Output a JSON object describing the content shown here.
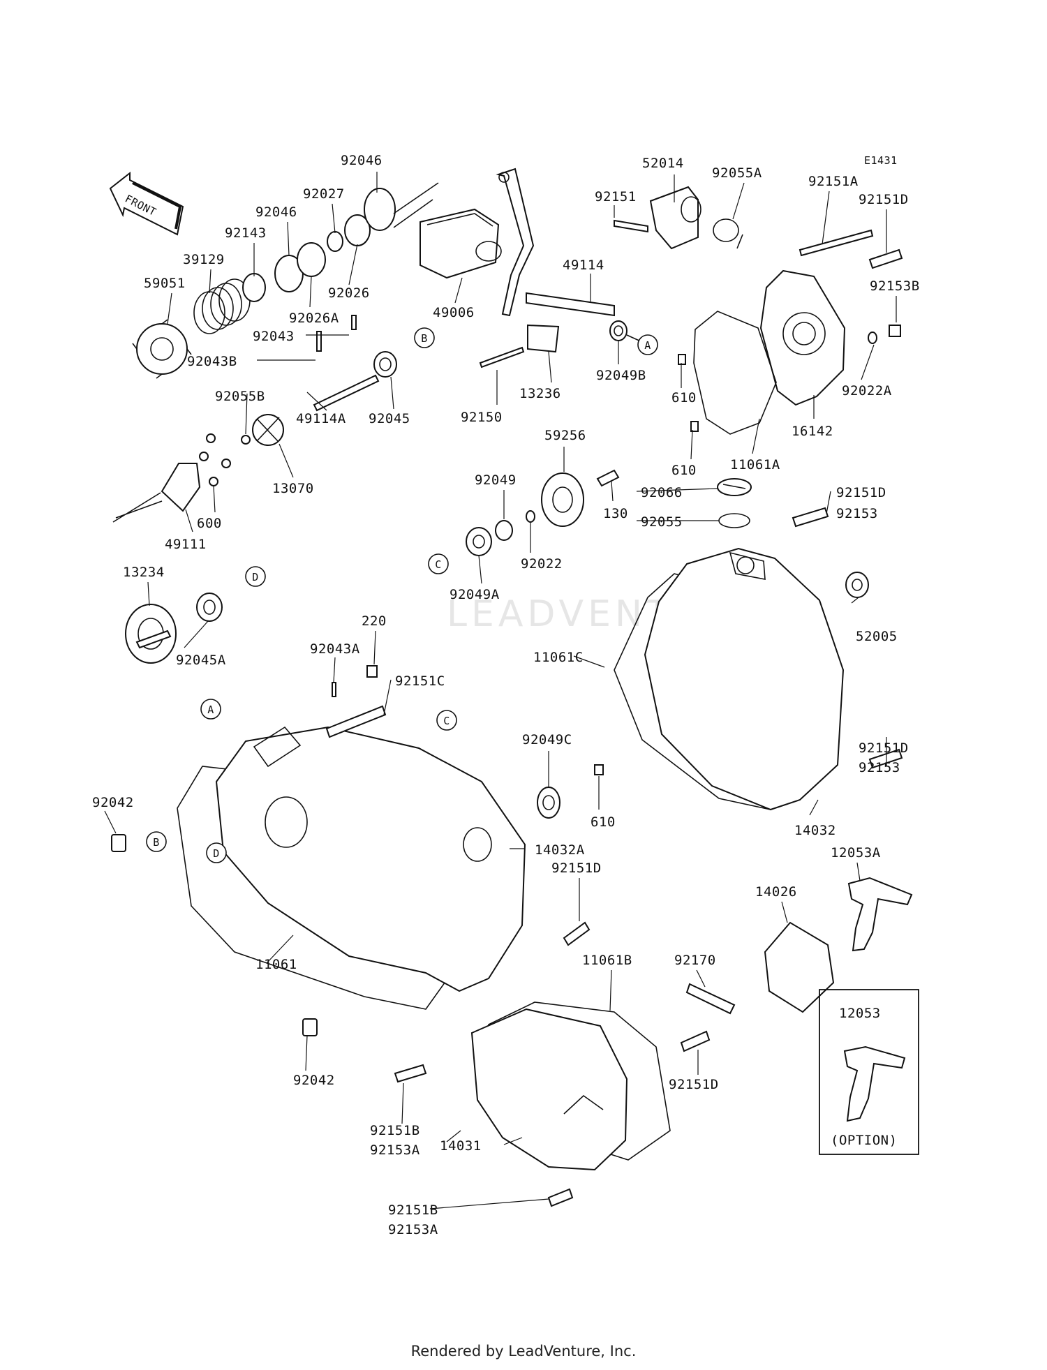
{
  "diagram_code": "E1431",
  "front_label": "FRONT",
  "option_label": "(OPTION)",
  "footer": "Rendered by LeadVenture, Inc.",
  "watermark": "LEADVENTURE",
  "callout_letters": [
    "A",
    "B",
    "C",
    "D"
  ],
  "part_labels": [
    "92046",
    "92027",
    "92046",
    "92143",
    "39129",
    "59051",
    "92026A",
    "92026",
    "92043",
    "92043B",
    "92055B",
    "49114A",
    "92045",
    "13070",
    "49111",
    "600",
    "49006",
    "49114",
    "13236",
    "92150",
    "92049B",
    "52014",
    "92055A",
    "92151",
    "92151A",
    "92151D",
    "92153B",
    "610",
    "92022A",
    "16142",
    "610",
    "11061A",
    "59256",
    "130",
    "92049",
    "92022",
    "92049A",
    "92066",
    "92055",
    "92151D",
    "92153",
    "13234",
    "92045A",
    "220",
    "92043A",
    "92151C",
    "11061C",
    "52005",
    "92151D",
    "92153",
    "92049C",
    "610",
    "14032",
    "92042",
    "14032A",
    "12053A",
    "14026",
    "92151D",
    "92170",
    "11061B",
    "92151D",
    "11061",
    "92042",
    "12053",
    "92151B",
    "92153A",
    "14031",
    "92151B",
    "92153A"
  ]
}
